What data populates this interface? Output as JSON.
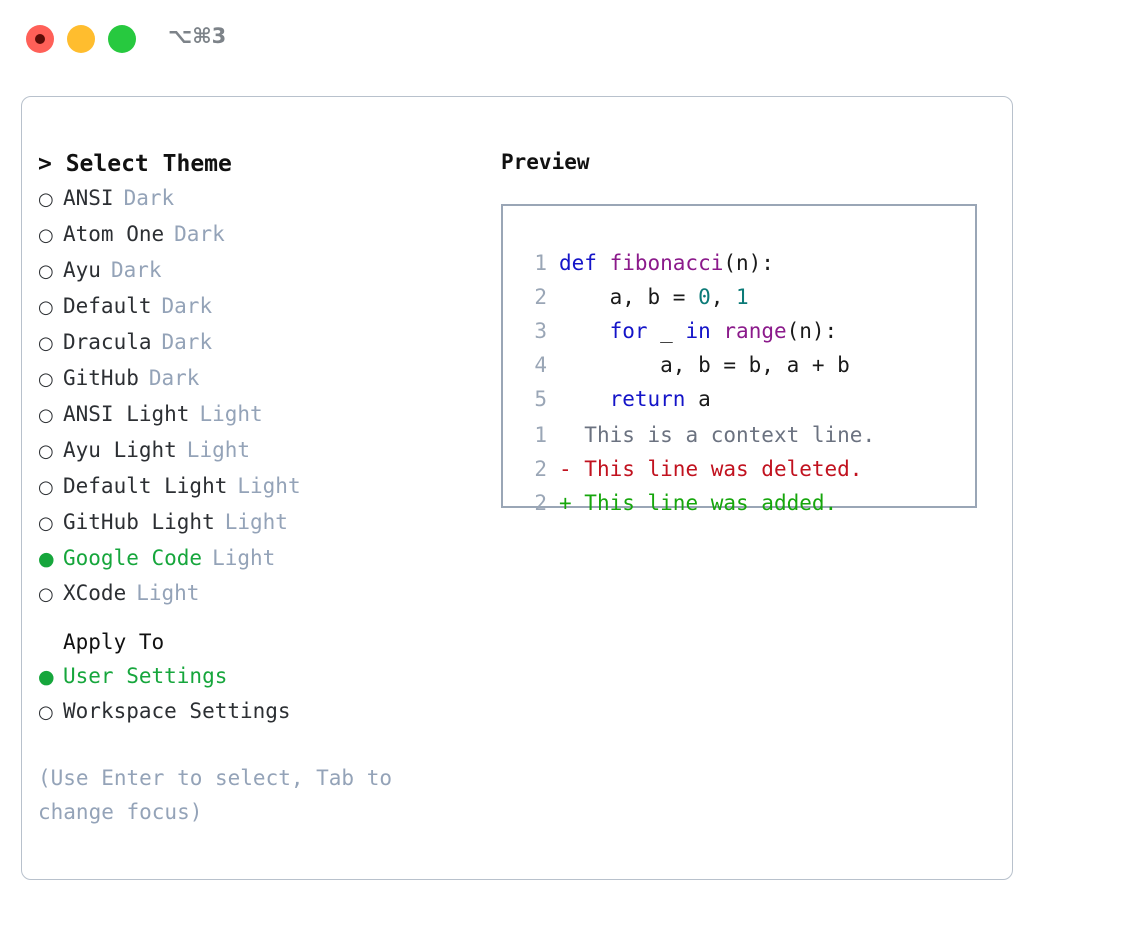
{
  "window": {
    "shortcut": "⌥⌘3",
    "traffic_lights": [
      {
        "name": "close",
        "color": "#ff6058"
      },
      {
        "name": "minimize",
        "color": "#ffbd2e"
      },
      {
        "name": "maximize",
        "color": "#27c93f"
      }
    ]
  },
  "picker": {
    "header": "> Select Theme",
    "bullet_unselected": "○",
    "bullet_selected": "●",
    "themes": [
      {
        "name": "ANSI",
        "tag": "Dark",
        "selected": false
      },
      {
        "name": "Atom One",
        "tag": "Dark",
        "selected": false
      },
      {
        "name": "Ayu",
        "tag": "Dark",
        "selected": false
      },
      {
        "name": "Default",
        "tag": "Dark",
        "selected": false
      },
      {
        "name": "Dracula",
        "tag": "Dark",
        "selected": false
      },
      {
        "name": "GitHub",
        "tag": "Dark",
        "selected": false
      },
      {
        "name": "ANSI Light",
        "tag": "Light",
        "selected": false
      },
      {
        "name": "Ayu Light",
        "tag": "Light",
        "selected": false
      },
      {
        "name": "Default Light",
        "tag": "Light",
        "selected": false
      },
      {
        "name": "GitHub Light",
        "tag": "Light",
        "selected": false
      },
      {
        "name": "Google Code",
        "tag": "Light",
        "selected": true
      },
      {
        "name": "XCode",
        "tag": "Light",
        "selected": false
      }
    ]
  },
  "apply_to": {
    "label": "Apply To",
    "options": [
      {
        "name": "User Settings",
        "selected": true
      },
      {
        "name": "Workspace Settings",
        "selected": false
      }
    ]
  },
  "hint": "(Use Enter to select, Tab to change focus)",
  "preview": {
    "title": "Preview",
    "code_lines": [
      {
        "no": "1",
        "tokens": [
          {
            "t": "def ",
            "c": "kw"
          },
          {
            "t": "fibonacci",
            "c": "fn"
          },
          {
            "t": "(n):",
            "c": "pl"
          }
        ]
      },
      {
        "no": "2",
        "tokens": [
          {
            "t": "    a, b = ",
            "c": "pl"
          },
          {
            "t": "0",
            "c": "num"
          },
          {
            "t": ", ",
            "c": "pl"
          },
          {
            "t": "1",
            "c": "num"
          }
        ]
      },
      {
        "no": "3",
        "tokens": [
          {
            "t": "    ",
            "c": "pl"
          },
          {
            "t": "for",
            "c": "kw"
          },
          {
            "t": " _ ",
            "c": "pl"
          },
          {
            "t": "in",
            "c": "kw"
          },
          {
            "t": " ",
            "c": "pl"
          },
          {
            "t": "range",
            "c": "fn"
          },
          {
            "t": "(n):",
            "c": "pl"
          }
        ]
      },
      {
        "no": "4",
        "tokens": [
          {
            "t": "        a, b = b, a + b",
            "c": "pl"
          }
        ]
      },
      {
        "no": "5",
        "tokens": [
          {
            "t": "    ",
            "c": "pl"
          },
          {
            "t": "return",
            "c": "kw"
          },
          {
            "t": " a",
            "c": "pl"
          }
        ]
      }
    ],
    "diff_lines": [
      {
        "no": "1",
        "marker": " ",
        "text": " This is a context line.",
        "kind": "ctx"
      },
      {
        "no": "2",
        "marker": "-",
        "text": " This line was deleted.",
        "kind": "del"
      },
      {
        "no": "2",
        "marker": "+",
        "text": " This line was added.",
        "kind": "add"
      }
    ]
  },
  "colors": {
    "accent_green": "#16a63c",
    "muted": "#94a3b8",
    "panel_border": "#b8c1cc",
    "preview_border": "#9aa6b6",
    "keyword": "#1414c8",
    "function": "#8b1a8b",
    "number": "#0b7a77",
    "diff_delete": "#c1121f",
    "diff_add": "#16a60c"
  }
}
